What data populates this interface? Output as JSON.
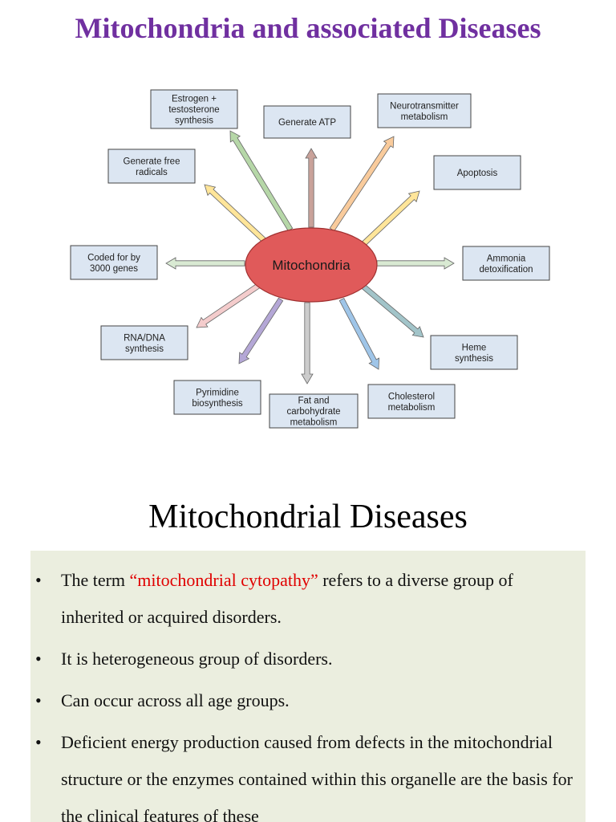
{
  "header": {
    "title": "Mitochondria and associated Diseases"
  },
  "diagram": {
    "center": "Mitochondria",
    "boxes": [
      {
        "id": "estrogen",
        "lines": [
          "Estrogen +",
          "testosterone",
          "synthesis"
        ]
      },
      {
        "id": "atp",
        "lines": [
          "Generate ATP"
        ]
      },
      {
        "id": "neurotransmitter",
        "lines": [
          "Neurotransmitter",
          "metabolism"
        ]
      },
      {
        "id": "free-radicals",
        "lines": [
          "Generate free",
          "radicals"
        ]
      },
      {
        "id": "apoptosis",
        "lines": [
          "Apoptosis"
        ]
      },
      {
        "id": "genes",
        "lines": [
          "Coded for by",
          "3000 genes"
        ]
      },
      {
        "id": "ammonia",
        "lines": [
          "Ammonia",
          "detoxification"
        ]
      },
      {
        "id": "rna-dna",
        "lines": [
          "RNA/DNA",
          "synthesis"
        ]
      },
      {
        "id": "heme",
        "lines": [
          "Heme",
          "synthesis"
        ]
      },
      {
        "id": "pyrimidine",
        "lines": [
          "Pyrimidine",
          "biosynthesis"
        ]
      },
      {
        "id": "fat-carb",
        "lines": [
          "Fat and",
          "carbohydrate",
          "metabolism"
        ]
      },
      {
        "id": "cholesterol",
        "lines": [
          "Cholesterol",
          "metabolism"
        ]
      }
    ],
    "colors": {
      "ellipse_fill": "#e05a5a",
      "box_fill": "#dce6f2",
      "box_stroke": "#444444",
      "arrow_colors": [
        "#b6d7a8",
        "#c9a29a",
        "#f9cb9c",
        "#ffe599",
        "#ffe599",
        "#d9ead3",
        "#d9ead3",
        "#f4cccc",
        "#a2c4c9",
        "#b4a7d6",
        "#cccccc",
        "#9fc5e8"
      ]
    }
  },
  "section": {
    "heading": "Mitochondrial Diseases"
  },
  "bullets": [
    {
      "pre": "The term ",
      "highlight": "“mitochondrial cytopathy”",
      "post": " refers to a diverse group of inherited or acquired disorders."
    },
    {
      "pre": "It is heterogeneous group of disorders.",
      "highlight": "",
      "post": ""
    },
    {
      "pre": "Can occur across all age groups.",
      "highlight": "",
      "post": ""
    },
    {
      "pre": "Deficient energy production caused from defects in the mitochondrial structure or the enzymes contained within this organelle are the basis for the clinical features of these",
      "highlight": "",
      "post": ""
    }
  ]
}
